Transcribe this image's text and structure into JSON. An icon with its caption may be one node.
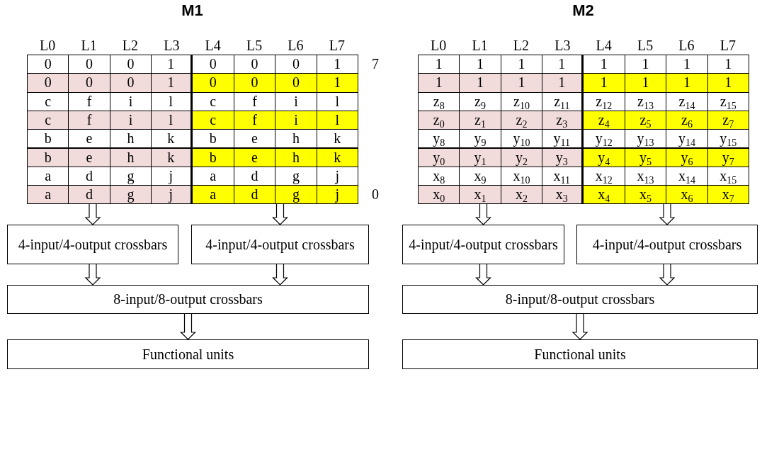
{
  "diagram": {
    "nodes": [
      {
        "text": [
          "M1"
        ]
      },
      {
        "text": [
          "4-input/4-output crossbars"
        ]
      },
      {
        "text": [
          "4-input/4-output crossbars"
        ]
      },
      {
        "text": [
          "8-input/8-output crossbars"
        ]
      },
      {
        "text": [
          "Functional units"
        ]
      },
      {
        "text": [
          "M2"
        ]
      },
      {
        "text": [
          "4-input/4-output crossbars"
        ]
      },
      {
        "text": [
          "4-input/4-output crossbars"
        ]
      },
      {
        "text": [
          "8-input/8-output crossbars"
        ]
      },
      {
        "text": [
          "Functional units"
        ]
      }
    ],
    "edges": [
      {
        "from": 0,
        "to": 1,
        "arrow": "to"
      },
      {
        "from": 0,
        "to": 2,
        "arrow": "to"
      },
      {
        "from": 1,
        "to": 3,
        "arrow": "to"
      },
      {
        "from": 2,
        "to": 3,
        "arrow": "to"
      },
      {
        "from": 3,
        "to": 4,
        "arrow": "to"
      },
      {
        "from": 5,
        "to": 6,
        "arrow": "to"
      },
      {
        "from": 5,
        "to": 7,
        "arrow": "to"
      },
      {
        "from": 6,
        "to": 8,
        "arrow": "to"
      },
      {
        "from": 7,
        "to": 8,
        "arrow": "to"
      },
      {
        "from": 8,
        "to": 9,
        "arrow": "to"
      }
    ],
    "labels": [
      "L0",
      "L1",
      "L2",
      "L3",
      "L4",
      "L5",
      "L6",
      "L7",
      "0",
      "0",
      "0",
      "1",
      "0",
      "0",
      "0",
      "1",
      "0",
      "0",
      "0",
      "1",
      "0",
      "0",
      "0",
      "1",
      "c",
      "f",
      "i",
      "l",
      "c",
      "f",
      "i",
      "l",
      "c",
      "f",
      "i",
      "l",
      "c",
      "f",
      "i",
      "l",
      "b",
      "e",
      "h",
      "k",
      "b",
      "e",
      "h",
      "k",
      "b",
      "e",
      "h",
      "k",
      "b",
      "e",
      "h",
      "k",
      "a",
      "d",
      "g",
      "j",
      "a",
      "d",
      "g",
      "j",
      "a",
      "d",
      "g",
      "j",
      "a",
      "d",
      "g",
      "j",
      "7",
      "0",
      "L0",
      "L1",
      "L2",
      "L3",
      "L4",
      "L5",
      "L6",
      "L7",
      "1",
      "1",
      "1",
      "1",
      "1",
      "1",
      "1",
      "1",
      "1",
      "1",
      "1",
      "1",
      "1",
      "1",
      "1",
      "1",
      "z$_{8}$",
      "z$_{9}$",
      "z$_{10}$",
      "z$_{11}$",
      "z$_{12}$",
      "z$_{13}$",
      "z$_{14}$",
      "z$_{15}$",
      "z$_{0}$",
      "z$_{1}$",
      "z$_{2}$",
      "z$_{3}$",
      "z$_{4}$",
      "z$_{5}$",
      "z$_{6}$",
      "z$_{7}$",
      "y$_{8}$",
      "y$_{9}$",
      "y$_{10}$",
      "y$_{11}$",
      "y$_{12}$",
      "y$_{13}$",
      "y$_{14}$",
      "y$_{15}$",
      "y$_{0}$",
      "y$_{1}$",
      "y$_{2}$",
      "y$_{3}$",
      "y$_{4}$",
      "y$_{5}$",
      "y$_{6}$",
      "y$_{7}$",
      "x$_{8}$",
      "x$_{9}$",
      "x$_{10}$",
      "x$_{11}$",
      "x$_{12}$",
      "x$_{13}$",
      "x$_{14}$",
      "x$_{15}$",
      "x$_{0}$",
      "x$_{1}$",
      "x$_{2}$",
      "x$_{3}$",
      "x$_{4}$",
      "x$_{5}$",
      "x$_{6}$",
      "x$_{7}$"
    ]
  }
}
